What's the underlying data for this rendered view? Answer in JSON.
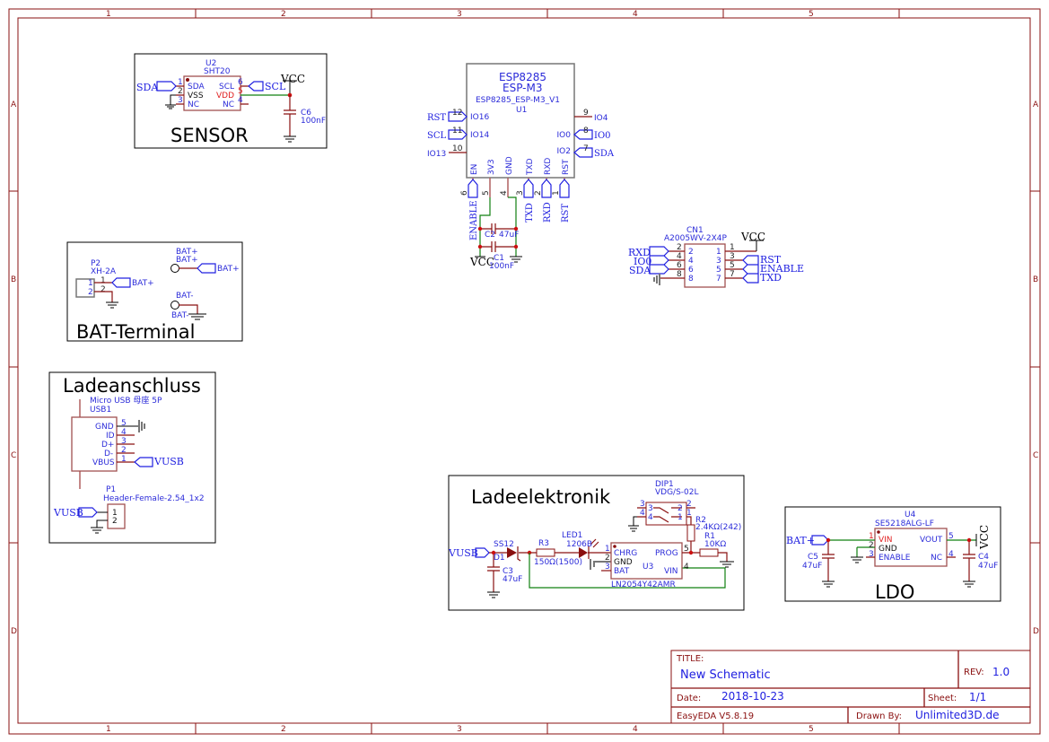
{
  "frame": {
    "columns": [
      "1",
      "2",
      "3",
      "4",
      "5"
    ],
    "rows": [
      "A",
      "B",
      "C",
      "D"
    ]
  },
  "sensor": {
    "title": "SENSOR",
    "ref": "U2",
    "part": "SHT20",
    "pins_left": [
      {
        "num": "1",
        "name": "SDA"
      },
      {
        "num": "2",
        "name": "VSS"
      },
      {
        "num": "3",
        "name": "NC"
      }
    ],
    "pins_right": [
      {
        "num": "6",
        "name": "SCL"
      },
      {
        "num": "5",
        "name": "VDD"
      },
      {
        "num": "4",
        "name": "NC"
      }
    ],
    "net_sda": "SDA",
    "net_scl": "SCL",
    "vcc": "VCC",
    "cap_ref": "C6",
    "cap_val": "100nF"
  },
  "esp": {
    "name1": "ESP8285",
    "name2": "ESP-M3",
    "ref": "U1",
    "part": "ESP8285_ESP-M3_V1",
    "left": [
      {
        "num": "12",
        "name": "IO16",
        "net": "RST"
      },
      {
        "num": "11",
        "name": "IO14",
        "net": "SCL"
      },
      {
        "num": "10",
        "name": "IO13"
      }
    ],
    "right": [
      {
        "num": "9",
        "name": "IO4"
      },
      {
        "num": "8",
        "name": "IO0",
        "net": "IO0"
      },
      {
        "num": "7",
        "name": "IO2",
        "net": "SDA"
      }
    ],
    "bottom": [
      {
        "num": "6",
        "name": "EN",
        "net": "ENABLE"
      },
      {
        "num": "5",
        "name": "3V3"
      },
      {
        "num": "4",
        "name": "GND"
      },
      {
        "num": "3",
        "name": "TXD",
        "net": "TXD"
      },
      {
        "num": "2",
        "name": "RXD",
        "net": "RXD"
      },
      {
        "num": "1",
        "name": "RST",
        "net": "RST"
      }
    ],
    "c2_ref": "C2",
    "c2_val": "47uF",
    "c1_ref": "C1",
    "c1_val": "100nF",
    "vcc": "VCC"
  },
  "cn1": {
    "ref": "CN1",
    "part": "A2005WV-2X4P",
    "vcc": "VCC",
    "left": [
      {
        "num": "2",
        "net": "RXD"
      },
      {
        "num": "4",
        "net": "IO0"
      },
      {
        "num": "6",
        "net": "SDA"
      },
      {
        "num": "8"
      }
    ],
    "right": [
      {
        "num": "1"
      },
      {
        "num": "3",
        "net": "RST"
      },
      {
        "num": "5",
        "net": "ENABLE"
      },
      {
        "num": "7",
        "net": "TXD"
      }
    ]
  },
  "bat": {
    "title": "BAT-Terminal",
    "ref": "P2",
    "part": "XH-2A",
    "pins": [
      "1",
      "2"
    ],
    "net": "BAT+",
    "tp1_a": "BAT+",
    "tp1_b": "BAT+",
    "tp1_net": "BAT+",
    "tp2_a": "BAT-",
    "tp2_b": "BAT-"
  },
  "usb": {
    "title": "Ladeanschluss",
    "part": "Micro USB 母座 5P",
    "ref": "USB1",
    "pins": [
      {
        "num": "5",
        "name": "GND"
      },
      {
        "num": "4",
        "name": "ID"
      },
      {
        "num": "3",
        "name": "D+"
      },
      {
        "num": "2",
        "name": "D-"
      },
      {
        "num": "1",
        "name": "VBUS"
      }
    ],
    "net": "VUSB",
    "p1_ref": "P1",
    "p1_part": "Header-Female-2.54_1x2",
    "p1_pins": [
      "1",
      "2"
    ],
    "p1_net": "VUSB"
  },
  "charger": {
    "title": "Ladeelektronik",
    "net": "VUSB",
    "d1_part": "SS12",
    "d1_ref": "D1",
    "c3_ref": "C3",
    "c3_val": "47uF",
    "r3_ref": "R3",
    "r3_val": "150Ω(1500)",
    "led_ref": "LED1",
    "led_part": "1206B",
    "dip_ref": "DIP1",
    "dip_part": "VDG/S-02L",
    "dip_pins": [
      "3",
      "4",
      "2",
      "1"
    ],
    "r2_ref": "R2",
    "r2_val": "2.4KΩ(242)",
    "r1_ref": "R1",
    "r1_val": "10KΩ",
    "u3_ref": "U3",
    "u3_part": "LN2054Y42AMR",
    "u3_left": [
      {
        "num": "1",
        "name": "CHRG"
      },
      {
        "num": "2",
        "name": "GND"
      },
      {
        "num": "3",
        "name": "BAT"
      }
    ],
    "u3_right": [
      {
        "num": "5",
        "name": "PROG"
      },
      {
        "num": "4",
        "name": "VIN"
      }
    ]
  },
  "ldo": {
    "title": "LDO",
    "ref": "U4",
    "part": "SE5218ALG-LF",
    "net": "BAT+",
    "vcc": "VCC",
    "left": [
      {
        "num": "1",
        "name": "VIN"
      },
      {
        "num": "2",
        "name": "GND"
      },
      {
        "num": "3",
        "name": "ENABLE"
      }
    ],
    "right": [
      {
        "num": "5",
        "name": "VOUT"
      },
      {
        "num": "4",
        "name": "NC"
      }
    ],
    "c5_ref": "C5",
    "c5_val": "47uF",
    "c4_ref": "C4",
    "c4_val": "47uF"
  },
  "titleblock": {
    "title_label": "TITLE:",
    "title": "New Schematic",
    "rev_label": "REV:",
    "rev": "1.0",
    "date_label": "Date:",
    "date": "2018-10-23",
    "sheet_label": "Sheet:",
    "sheet": "1/1",
    "software": "EasyEDA V5.8.19",
    "drawn_label": "Drawn By:",
    "drawn_by": "Unlimited3D.de"
  }
}
